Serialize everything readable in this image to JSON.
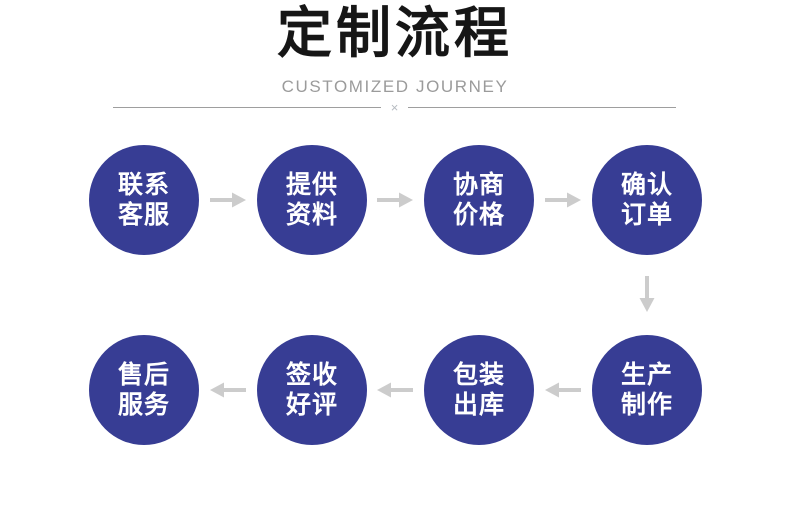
{
  "header": {
    "title": "定制流程",
    "subtitle": "CUSTOMIZED JOURNEY",
    "divider_mark": "×"
  },
  "colors": {
    "background": "#ffffff",
    "title_text": "#161616",
    "subtitle_text": "#9b9b9b",
    "divider_line": "#9e9e9e",
    "circle_fill": "#373d94",
    "circle_text": "#ffffff",
    "arrow": "#cccccc"
  },
  "flow": {
    "row1": {
      "direction": "left-to-right",
      "steps": [
        {
          "line1": "联系",
          "line2": "客服"
        },
        {
          "line1": "提供",
          "line2": "资料"
        },
        {
          "line1": "协商",
          "line2": "价格"
        },
        {
          "line1": "确认",
          "line2": "订单"
        }
      ]
    },
    "row2": {
      "direction": "right-to-left",
      "steps": [
        {
          "line1": "售后",
          "line2": "服务"
        },
        {
          "line1": "签收",
          "line2": "好评"
        },
        {
          "line1": "包装",
          "line2": "出库"
        },
        {
          "line1": "生产",
          "line2": "制作"
        }
      ]
    },
    "sequence": [
      "联系客服",
      "提供资料",
      "协商价格",
      "确认订单",
      "生产制作",
      "包装出库",
      "签收好评",
      "售后服务"
    ],
    "icons": [
      "arrow-right-icon",
      "arrow-down-icon",
      "arrow-left-icon"
    ]
  }
}
